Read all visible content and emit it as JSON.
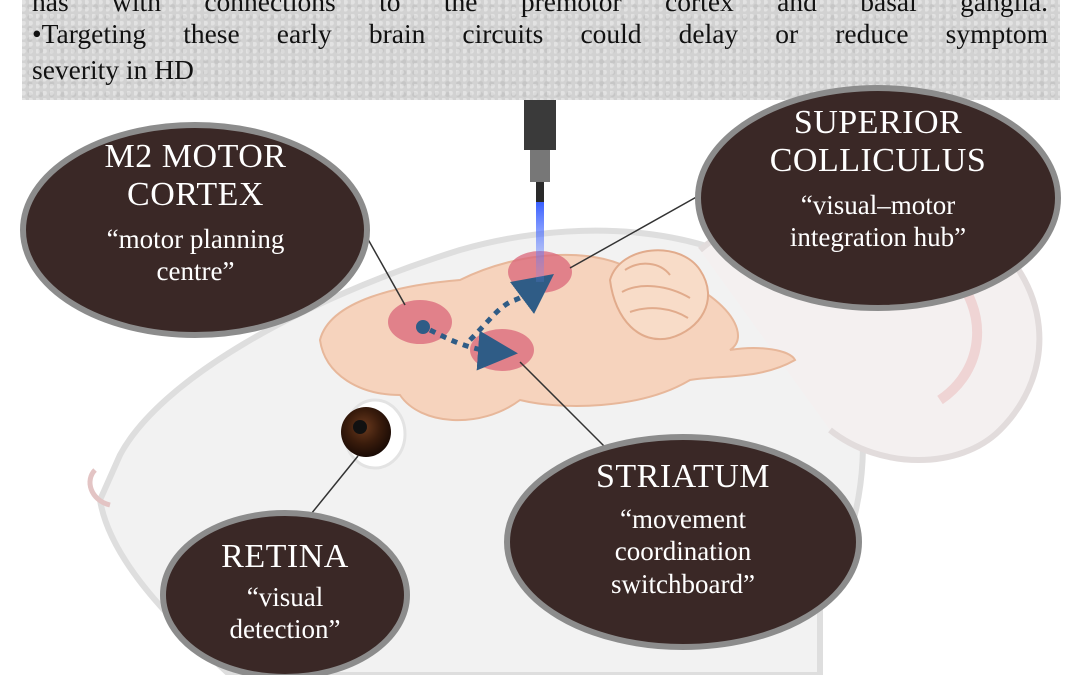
{
  "header": {
    "line1": "has with connections to the premotor cortex and basal ganglia.",
    "line2": "•Targeting these early brain circuits could delay or reduce symptom",
    "line3": "severity in HD"
  },
  "labels": {
    "m2": {
      "title1": "M2 MOTOR",
      "title2": "CORTEX",
      "sub1": "“motor planning",
      "sub2": "centre”"
    },
    "sc": {
      "title1": "SUPERIOR",
      "title2": "COLLICULUS",
      "sub1": "“visual–motor",
      "sub2": "integration hub”"
    },
    "striatum": {
      "title1": "STRIATUM",
      "sub1": "“movement",
      "sub2": "coordination",
      "sub3": "switchboard”"
    },
    "retina": {
      "title1": "RETINA",
      "sub1": "“visual",
      "sub2": "detection”"
    }
  },
  "colors": {
    "bubble": "#3a2826",
    "bubble_border": "#8c8c8c",
    "brain": "#f6d3bd",
    "region": "#d9667a",
    "arrow": "#2f5c86",
    "probe_light": "#2f57ff",
    "mouse_outline": "#e9e9e9"
  },
  "icons": [
    "optogenetic-probe-icon",
    "mouse-head-illustration",
    "brain-illustration",
    "eye-icon"
  ]
}
